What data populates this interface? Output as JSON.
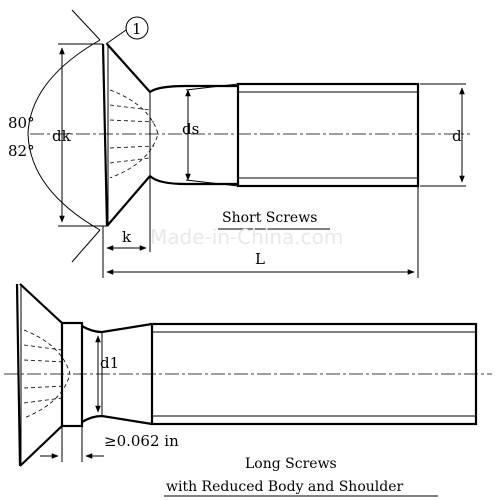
{
  "callout": "1",
  "angles": {
    "a1": "80°",
    "a2": "82°"
  },
  "dims": {
    "dk": "dk",
    "ds": "ds",
    "d": "d",
    "k": "k",
    "L": "L",
    "d1": "d1",
    "shoulder": "≥0.062 in"
  },
  "captions": {
    "short": "Short Screws",
    "long_line1": "Long Screws",
    "long_line2": "with Reduced Body and Shoulder"
  },
  "watermark": "Made-in-China.com"
}
